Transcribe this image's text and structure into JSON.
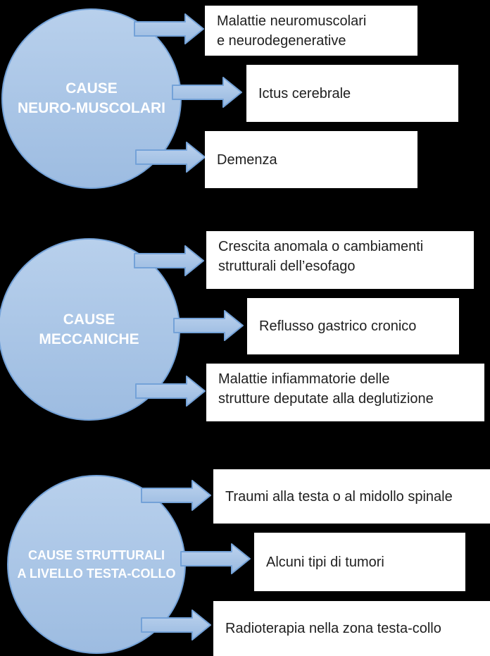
{
  "palette": {
    "background": "#000000",
    "box_bg": "#ffffff",
    "box_text": "#1f1f1f",
    "circle_text": "#ffffff",
    "shape_fill_top": "#b8d0ec",
    "shape_fill_bottom": "#9dbce1",
    "shape_border": "#74a2d8",
    "arrow_fill_top": "#bdd3ee",
    "arrow_fill_bottom": "#98b9e0"
  },
  "sections": [
    {
      "circle": {
        "line1": "CAUSE",
        "line2": "NEURO-MUSCOLARI"
      },
      "boxes": [
        {
          "line1": "Malattie neuromuscolari",
          "line2": "e neurodegenerative"
        },
        {
          "line1": "Ictus cerebrale"
        },
        {
          "line1": "Demenza"
        }
      ]
    },
    {
      "circle": {
        "line1": "CAUSE",
        "line2": "MECCANICHE"
      },
      "boxes": [
        {
          "line1": "Crescita anomala o cambiamenti",
          "line2": "strutturali dell’esofago"
        },
        {
          "line1": "Reflusso gastrico cronico"
        },
        {
          "line1": "Malattie infiammatorie delle",
          "line2": "strutture deputate alla deglutizione"
        }
      ]
    },
    {
      "circle": {
        "line1": "CAUSE STRUTTURALI",
        "line2": "A LIVELLO TESTA-COLLO"
      },
      "boxes": [
        {
          "line1": "Traumi alla testa o al midollo spinale"
        },
        {
          "line1": "Alcuni tipi di tumori"
        },
        {
          "line1": "Radioterapia nella zona testa-collo"
        }
      ]
    }
  ]
}
